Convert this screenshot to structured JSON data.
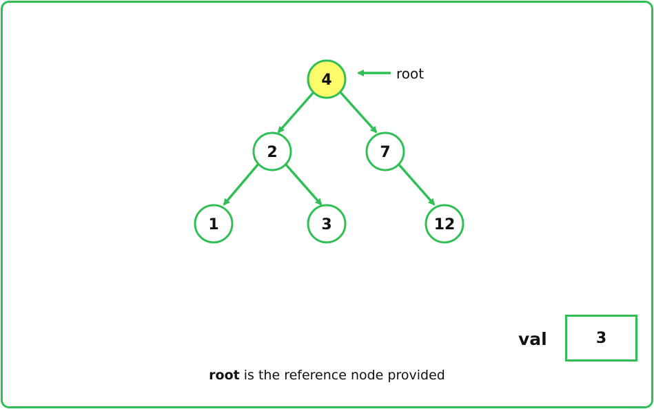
{
  "colors": {
    "accent": "#2fbf55",
    "root_fill": "#fdfb6a",
    "node_fill": "#ffffff",
    "text": "#111111"
  },
  "tree": {
    "nodes": [
      {
        "id": "n4",
        "value": "4",
        "highlighted": true
      },
      {
        "id": "n2",
        "value": "2",
        "highlighted": false
      },
      {
        "id": "n7",
        "value": "7",
        "highlighted": false
      },
      {
        "id": "n1",
        "value": "1",
        "highlighted": false
      },
      {
        "id": "n3",
        "value": "3",
        "highlighted": false
      },
      {
        "id": "n12",
        "value": "12",
        "highlighted": false
      }
    ],
    "edges": [
      {
        "from": "n4",
        "to": "n2"
      },
      {
        "from": "n4",
        "to": "n7"
      },
      {
        "from": "n2",
        "to": "n1"
      },
      {
        "from": "n2",
        "to": "n3"
      },
      {
        "from": "n7",
        "to": "n12"
      }
    ]
  },
  "root_pointer": {
    "label": "root"
  },
  "val": {
    "label": "val",
    "value": "3"
  },
  "caption": {
    "emphasis": "root",
    "rest": " is the reference node provided"
  }
}
